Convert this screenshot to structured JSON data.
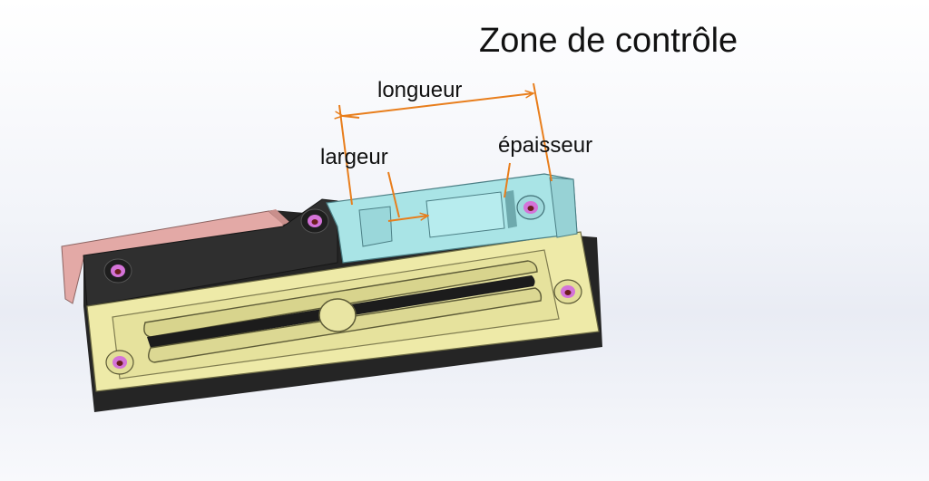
{
  "diagram": {
    "title": "Zone de contrôle",
    "labels": {
      "length": "longueur",
      "width": "largeur",
      "thickness": "épaisseur"
    },
    "colors": {
      "base_plate": "#eeeaa8",
      "dark_body": "#2c2c2c",
      "pink_rail": "#e3a9a6",
      "control_block": "#a9e4e6",
      "screw": "#d473d8",
      "dimension_line": "#e87e1c"
    }
  }
}
